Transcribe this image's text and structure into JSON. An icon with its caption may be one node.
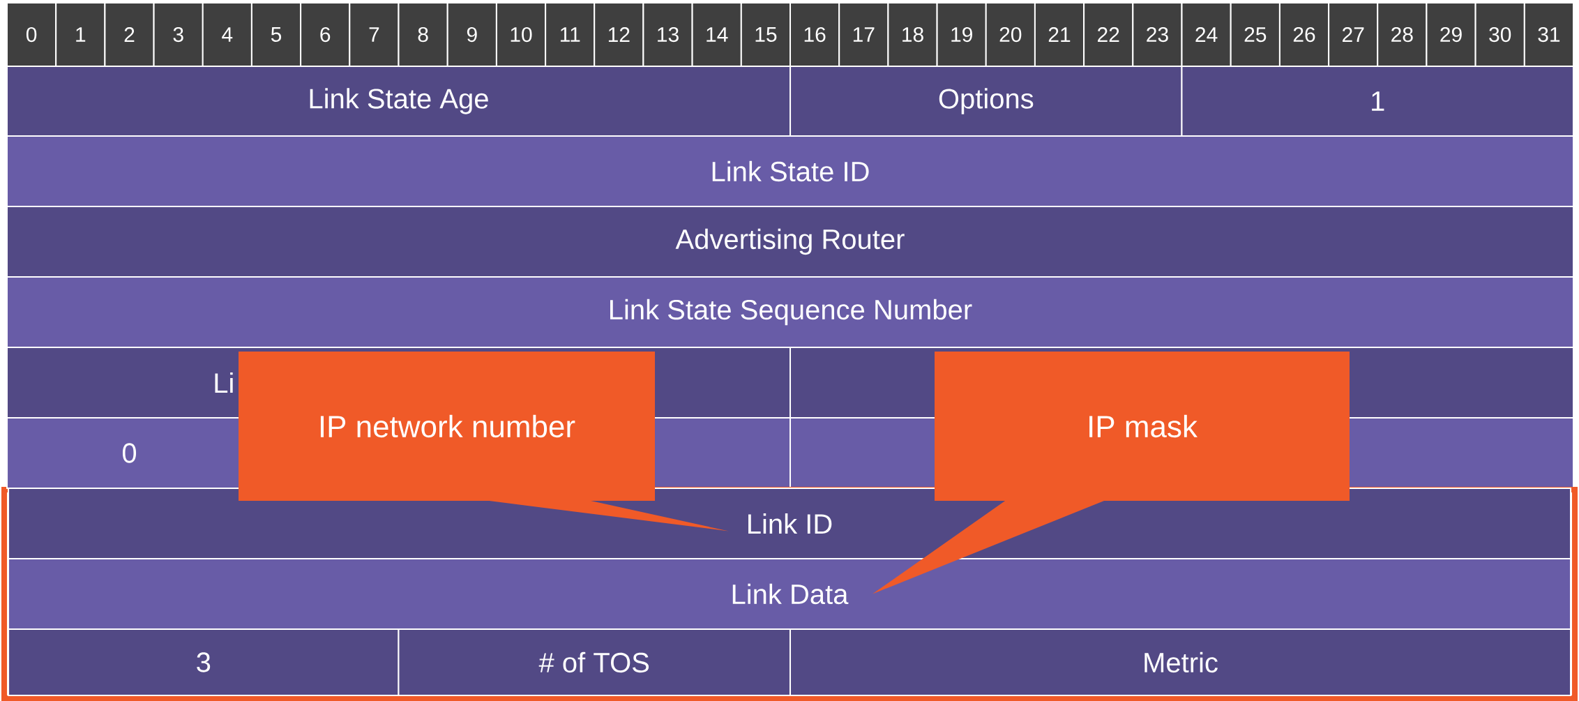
{
  "diagram": {
    "nodes": [
      {
        "text": [
          "Link State Age"
        ]
      },
      {
        "text": [
          "Options"
        ]
      },
      {
        "text": [
          "1"
        ]
      },
      {
        "text": [
          "Link State ID"
        ]
      },
      {
        "text": [
          "Advertising Router"
        ]
      },
      {
        "text": [
          "Link State Sequence Number"
        ]
      },
      {
        "text": [
          "Li"
        ]
      },
      {
        "text": [],
        "shape": "box"
      },
      {
        "text": [
          "0"
        ]
      },
      {
        "text": [],
        "shape": "box"
      },
      {
        "text": [
          "Link ID"
        ],
        "in": 9
      },
      {
        "text": [
          "Link Data"
        ],
        "in": 9
      },
      {
        "text": [
          "3"
        ],
        "in": 9
      },
      {
        "text": [
          "# of TOS"
        ],
        "in": 9
      },
      {
        "text": [
          "Metric"
        ],
        "in": 9
      },
      {
        "text": [
          "IP network number"
        ]
      },
      {
        "text": [
          "IP mask"
        ]
      }
    ],
    "edges": [
      {
        "from": 15,
        "to": 10,
        "arrow": "none"
      },
      {
        "from": 16,
        "to": 11,
        "arrow": "none"
      }
    ],
    "labels": [
      "0",
      "1",
      "2",
      "3",
      "4",
      "5",
      "6",
      "7",
      "8",
      "9",
      "10",
      "11",
      "12",
      "13",
      "14",
      "15",
      "16",
      "17",
      "18",
      "19",
      "20",
      "21",
      "22",
      "23",
      "24",
      "25",
      "26",
      "27",
      "28",
      "29",
      "30",
      "31"
    ]
  }
}
